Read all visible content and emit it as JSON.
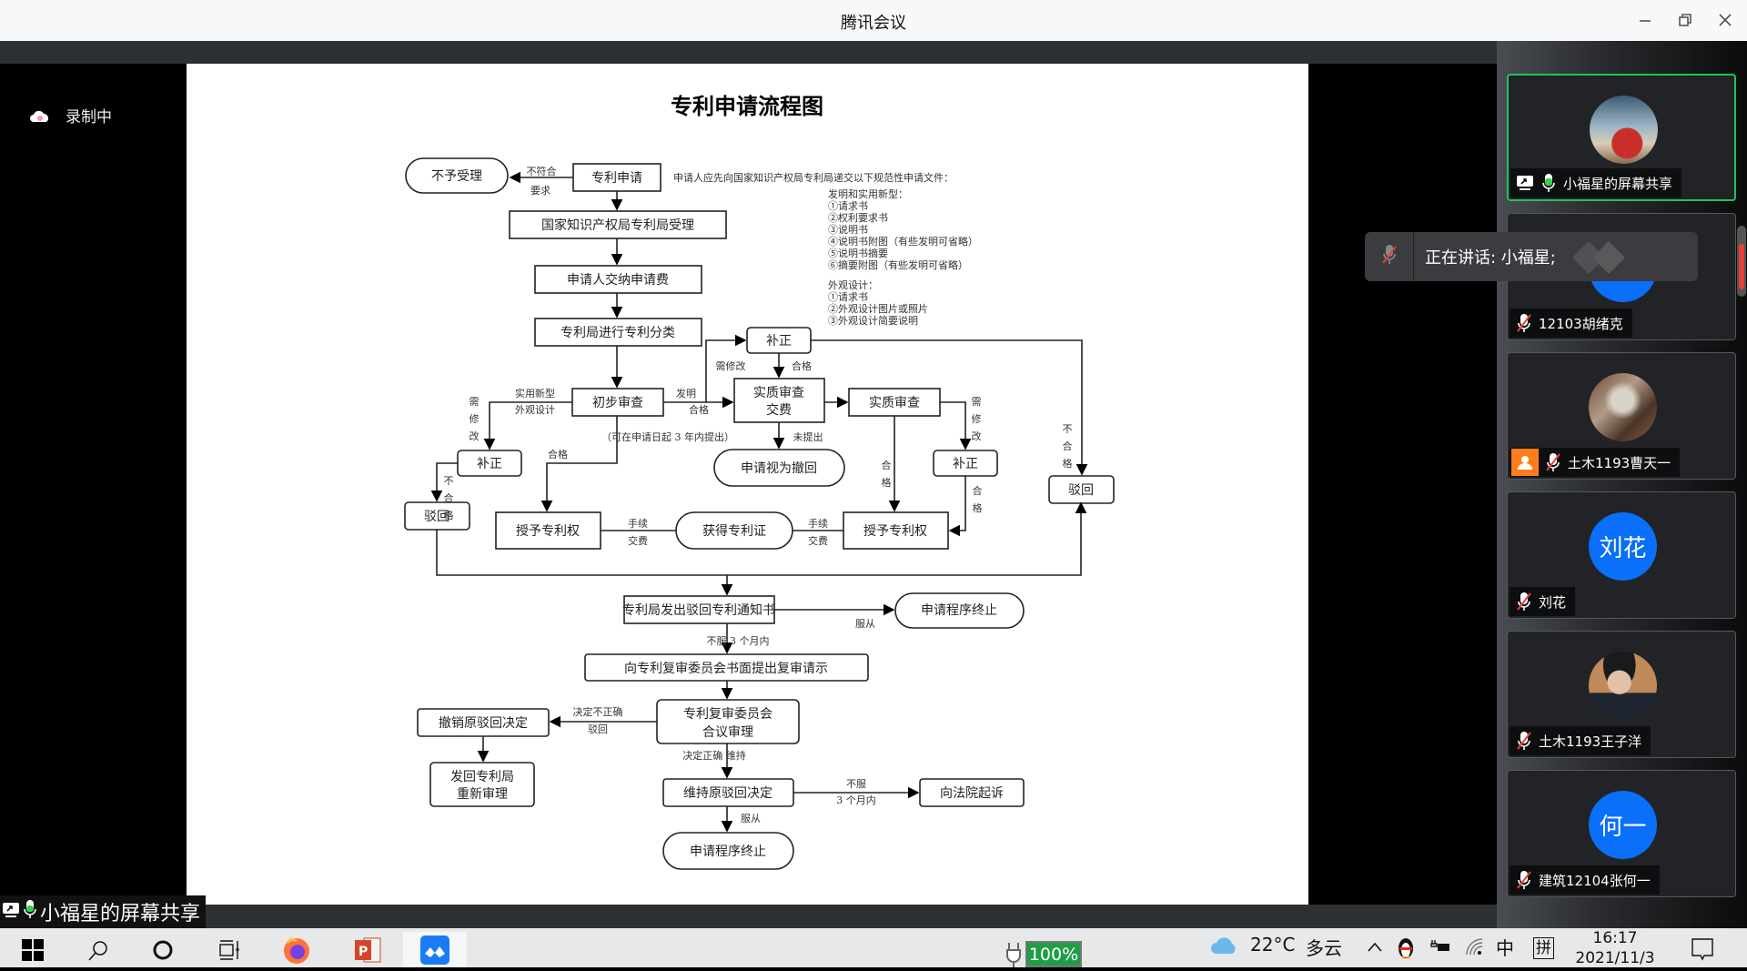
{
  "window": {
    "title": "腾讯会议",
    "controls": {
      "minimize": "minimize-icon",
      "maximize": "restore-icon",
      "close": "close-icon"
    }
  },
  "recording": {
    "label": "录制中",
    "icon": "cloud-record-icon"
  },
  "share_label": "小福星的屏幕共享",
  "document": {
    "title": "专利申请流程图",
    "nodes": {
      "reject_accept": "不予受理",
      "apply": "专利申请",
      "cnipa_accept": "国家知识产权局专利局受理",
      "pay_fee": "申请人交纳申请费",
      "classify": "专利局进行专利分类",
      "prelim": "初步审查",
      "correct_top": "补正",
      "substantive_fee_1": "实质审查",
      "substantive_fee_2": "交费",
      "substantive": "实质审查",
      "correct_left": "补正",
      "correct_right": "补正",
      "withdrawn": "申请视为撤回",
      "reject_left": "驳回",
      "reject_right": "驳回",
      "grant_left": "授予专利权",
      "certificate": "获得专利证",
      "grant_right": "授予专利权",
      "notice": "专利局发出驳回专利通知书",
      "terminate_1": "申请程序终止",
      "review_request": "向专利复审委员会书面提出复审请示",
      "board_1": "专利复审委员会",
      "board_2": "合议审理",
      "revoke": "撤销原驳回决定",
      "return_1": "发回专利局",
      "return_2": "重新审理",
      "maintain": "维持原驳回决定",
      "sue": "向法院起诉",
      "terminate_2": "申请程序终止"
    },
    "labels": {
      "not_meet_1": "不符合",
      "not_meet_2": "要求",
      "utility": "实用新型",
      "design": "外观设计",
      "invention": "发明",
      "pass": "合格",
      "need_fix": "需修改",
      "need_fix_v": [
        "需",
        "修",
        "改"
      ],
      "fail_v": [
        "不",
        "合",
        "格"
      ],
      "pass_v": [
        "合",
        "格"
      ],
      "within_3y": "（可在申请日起 3 年内提出）",
      "not_submitted": "未提出",
      "proc_fee_1": "手续",
      "proc_fee_2": "交费",
      "comply": "服从",
      "disagree": "不服",
      "within_3m": "3 个月内",
      "disagree_3m": "不服 3 个月内",
      "wrong_1": "决定不正确",
      "wrong_2": "驳回",
      "correct_maintain": "决定正确  维持"
    },
    "notes": {
      "intro": "申请人应先向国家知识产权局专利局递交以下规范性申请文件：",
      "invention_head": "发明和实用新型：",
      "invention_items": [
        "①请求书",
        "②权利要求书",
        "③说明书",
        "④说明书附图（有些发明可省略）",
        "⑤说明书摘要",
        "⑥摘要附图（有些发明可省略）"
      ],
      "design_head": "外观设计：",
      "design_items": [
        "①请求书",
        "②外观设计图片或照片",
        "③外观设计简要说明"
      ]
    }
  },
  "participants": [
    {
      "name": "小福星的屏幕共享",
      "avatar": "photo",
      "mic": "on",
      "sharing": true,
      "active": true
    },
    {
      "name": "12103胡绪克",
      "avatar": "blue",
      "mic": "muted"
    },
    {
      "name": "土木1193曹天一",
      "avatar": "photo",
      "mic": "muted",
      "host_badge": true
    },
    {
      "name": "刘花",
      "avatar_text": "刘花",
      "mic": "muted"
    },
    {
      "name": "土木1193王子洋",
      "avatar": "photo",
      "mic": "muted"
    },
    {
      "name": "建筑12104张何一",
      "avatar_text": "何一",
      "mic": "muted"
    }
  ],
  "speaking_toast": {
    "text": "正在讲话: 小福星;"
  },
  "colors": {
    "active_border": "#21c35c",
    "avatar_blue": "#0a6ff9",
    "mute_red": "#e8403a",
    "battery_green": "#1f9d47"
  },
  "taskbar": {
    "icons": [
      "windows-start-icon",
      "search-icon",
      "cortana-icon",
      "task-view-icon",
      "firefox-icon",
      "powerpoint-icon",
      "tencent-meeting-icon"
    ],
    "battery": "100%",
    "weather": {
      "temp": "22°C",
      "desc": "多云"
    },
    "ime_lang": "中",
    "ime_mode": "拼",
    "time": "16:17",
    "date": "2021/11/3"
  }
}
